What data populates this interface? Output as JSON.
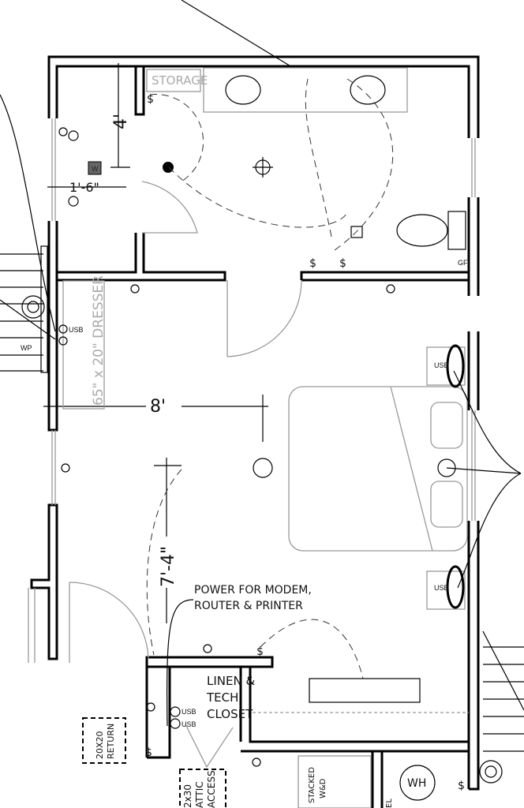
{
  "title": "Bedroom floor plan",
  "labels": {
    "storage": "STORAGE",
    "dim_4ft": "4'",
    "dim_1ft6": "1'-6\"",
    "washer_box": "W",
    "dresser": "65\" x 20\" DRESSER",
    "usb": "USB",
    "wp": "WP",
    "gfi": "GFI",
    "dim_8ft": "8'",
    "dim_7ft4": "7'-4\"",
    "power_note_line1": "POWER FOR MODEM,",
    "power_note_line2": "ROUTER & PRINTER",
    "linen_line1": "LINEN &",
    "linen_line2": "TECH",
    "linen_line3": "CLOSET",
    "return_line1": "20X20",
    "return_line2": "RETURN",
    "attic_line1": "2x30",
    "attic_line2": "ATTIC",
    "attic_line3": "ACCESS",
    "stacked_line1": "STACKED",
    "stacked_line2": "W&D",
    "water_heater": "WH",
    "panel": "EL",
    "switch": "$"
  }
}
